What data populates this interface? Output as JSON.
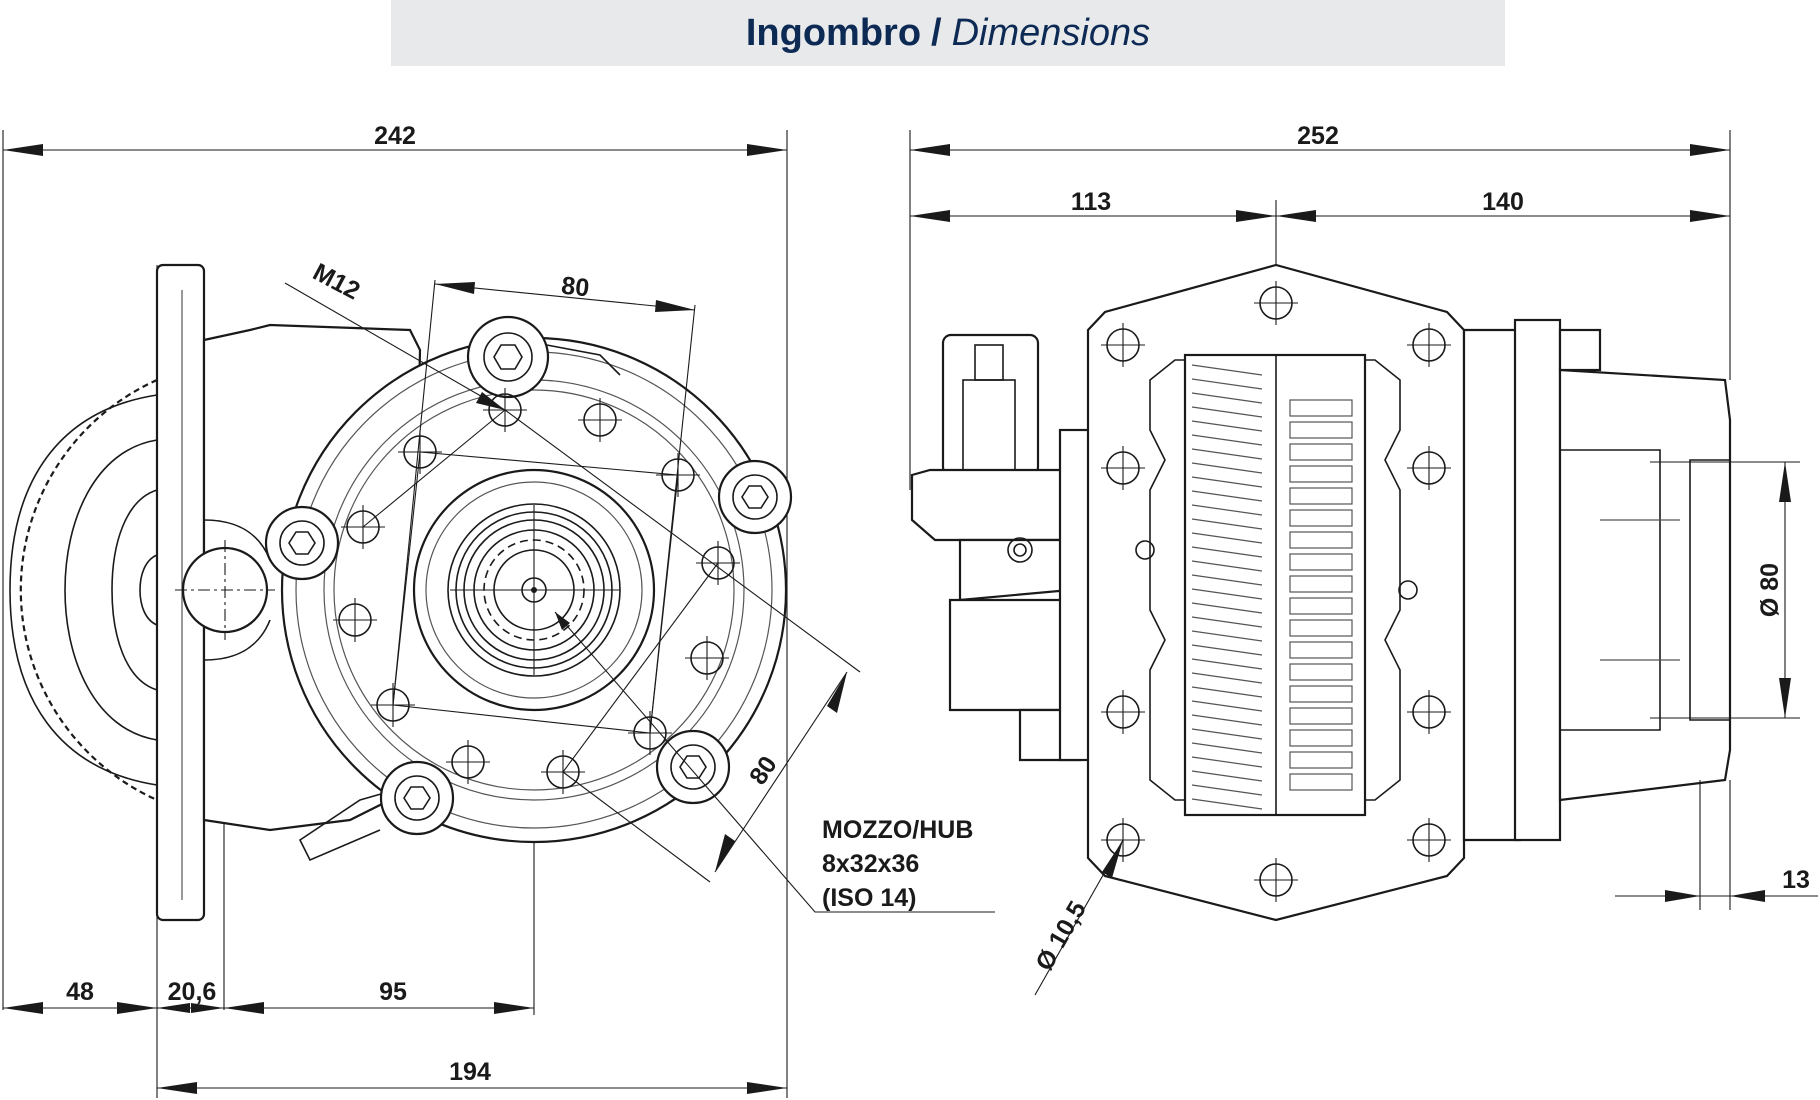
{
  "title": {
    "main": "Ingombro",
    "separator": "/",
    "sub": "Dimensions"
  },
  "left_view": {
    "dim_overall_width": "242",
    "dim_bolt_spacing_top": "80",
    "dim_bolt_spacing_diag": "80",
    "thread_label": "M12",
    "dim_rear": "48",
    "dim_flange": "20,6",
    "dim_hub_offset": "95",
    "dim_base": "194"
  },
  "hub_note": {
    "line1": "MOZZO/HUB",
    "line2": "8x32x36",
    "line3": "(ISO 14)"
  },
  "right_view": {
    "dim_overall_width": "252",
    "dim_left": "113",
    "dim_right": "140",
    "dim_shaft_diameter": "Ø 80",
    "dim_hole_diameter": "Ø 10,5",
    "dim_flange_depth": "13"
  }
}
